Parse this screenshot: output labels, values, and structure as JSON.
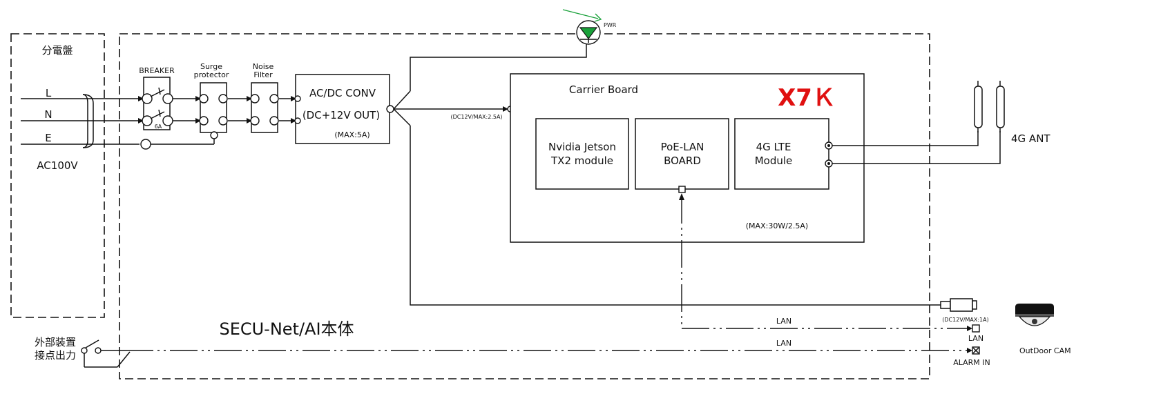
{
  "panel": {
    "title": "分電盤",
    "lines": [
      "L",
      "N",
      "E"
    ],
    "voltage": "AC100V"
  },
  "devices": {
    "breaker": {
      "label": "BREAKER",
      "rating": "6A"
    },
    "surge": {
      "line1": "Surge",
      "line2": "protector"
    },
    "noise": {
      "line1": "Noise",
      "line2": "Filter"
    },
    "acdc": {
      "line1": "AC/DC CONV",
      "line2": "(DC+12V OUT)",
      "line3": "(MAX:5A)"
    },
    "pwr": {
      "label": "PWR",
      "color": "#19a13a"
    }
  },
  "carrier": {
    "title": "Carrier Board",
    "model": "X7Ｋ",
    "model_color": "#e01010",
    "power_in": "(DC12V/MAX:2.5A)",
    "max": "(MAX:30W/2.5A)",
    "jetson": {
      "line1": "Nvidia Jetson",
      "line2": "TX2 module"
    },
    "poe": {
      "line1": "PoE-LAN",
      "line2": "BOARD"
    },
    "lte": {
      "line1": "4G LTE",
      "line2": "Module"
    }
  },
  "antenna": {
    "label": "4G ANT"
  },
  "main_body": {
    "label": "SECU-Net/AI本体"
  },
  "external": {
    "line1": "外部装置",
    "line2": "接点出力"
  },
  "ports": {
    "dc_label": "(DC12V/MAX:1A)",
    "lan_label": "LAN",
    "lan_wire_1": "LAN",
    "lan_wire_2": "LAN",
    "alarm_label": "ALARM IN"
  },
  "camera": {
    "label": "OutDoor CAM"
  }
}
